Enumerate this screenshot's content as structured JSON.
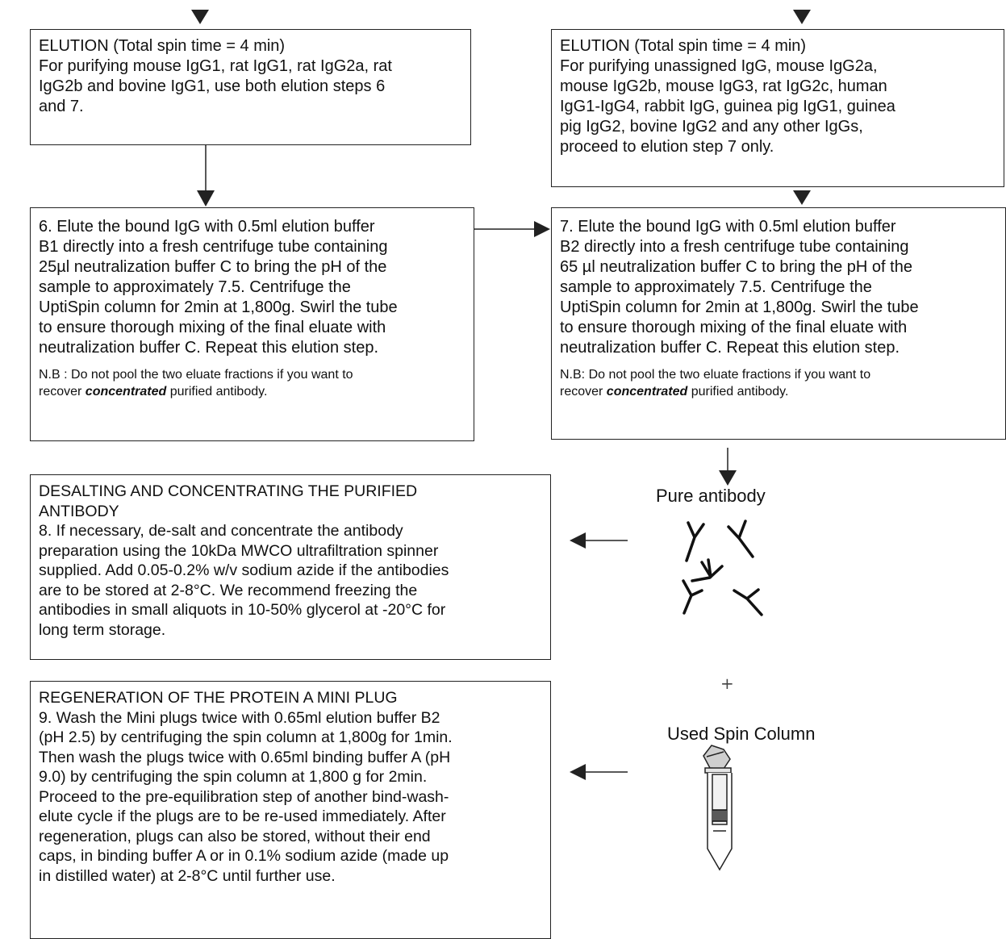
{
  "elution_left": {
    "lines": [
      "ELUTION (Total spin time = 4 min)",
      "For purifying mouse IgG1, rat IgG1, rat IgG2a, rat",
      "IgG2b and bovine IgG1, use both elution steps 6",
      "and 7."
    ]
  },
  "elution_right": {
    "lines": [
      "ELUTION (Total spin time = 4 min)",
      "For purifying unassigned IgG, mouse IgG2a,",
      "mouse IgG2b, mouse IgG3, rat IgG2c, human",
      "IgG1-IgG4, rabbit IgG, guinea pig IgG1, guinea",
      "pig IgG2, bovine IgG2 and any other IgGs,",
      "proceed to elution step 7 only."
    ]
  },
  "step6": {
    "lines": [
      "6. Elute the bound IgG with 0.5ml elution buffer",
      "B1 directly into a fresh centrifuge tube containing",
      "25µl neutralization buffer C to bring the pH of the",
      "sample to approximately 7.5. Centrifuge the",
      "UptiSpin column for 2min at 1,800g. Swirl the tube",
      "to ensure thorough mixing of the final eluate with",
      "neutralization buffer C. Repeat this elution step."
    ],
    "note_line1": "N.B : Do not pool the two eluate fractions if you want to",
    "note_pre": "recover ",
    "note_emph": "concentrated",
    "note_post": " purified antibody."
  },
  "step7": {
    "lines": [
      "7. Elute the bound IgG with 0.5ml elution buffer",
      "B2 directly into a fresh centrifuge tube containing",
      "65 µl neutralization buffer C to bring the pH of the",
      "sample to approximately 7.5. Centrifuge the",
      "UptiSpin column for 2min at 1,800g. Swirl the tube",
      "to ensure thorough mixing of the final eluate with",
      "neutralization buffer C. Repeat this elution step."
    ],
    "note_line1": "N.B: Do not pool the two eluate fractions if you want to",
    "note_pre": "recover ",
    "note_emph": "concentrated",
    "note_post": " purified antibody."
  },
  "step8": {
    "lines": [
      "DESALTING AND CONCENTRATING THE PURIFIED",
      "ANTIBODY",
      "8. If necessary, de-salt and concentrate the antibody",
      "preparation using the 10kDa MWCO ultrafiltration spinner",
      "supplied. Add 0.05-0.2% w/v sodium azide if the antibodies",
      "are to be stored at 2-8°C. We recommend freezing the",
      "antibodies in small aliquots in 10-50% glycerol at -20°C for",
      "long term storage."
    ]
  },
  "step9": {
    "lines": [
      "REGENERATION OF THE PROTEIN A MINI PLUG",
      "9. Wash the Mini plugs twice with 0.65ml elution buffer B2",
      "(pH 2.5) by centrifuging the spin column at 1,800g for 1min.",
      "Then wash the plugs twice with 0.65ml binding buffer A (pH",
      "9.0) by centrifuging the spin column at 1,800 g for 2min.",
      "Proceed to the pre-equilibration step of another bind-wash-",
      "elute cycle if the plugs are to be re-used immediately. After",
      "regeneration, plugs can also be stored, without their end",
      "caps, in binding buffer A or in 0.1% sodium azide (made up",
      "in distilled water) at 2-8°C until further use."
    ]
  },
  "labels": {
    "pure_antibody": "Pure antibody",
    "plus": "+",
    "used_spin_column": "Used Spin Column"
  },
  "icons": {
    "antibodies": "antibody-y-shapes-icon",
    "spin_column": "spin-column-tube-icon"
  }
}
